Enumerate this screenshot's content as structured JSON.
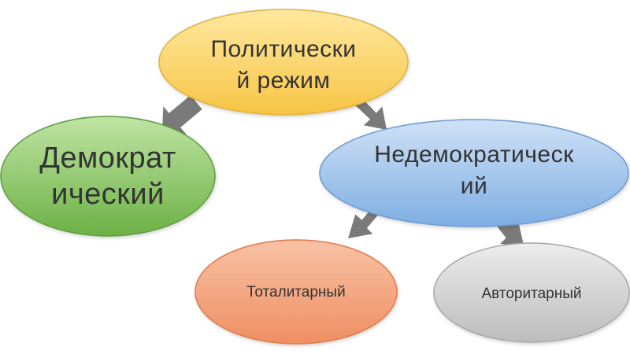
{
  "diagram": {
    "nodes": {
      "political_regime": {
        "lines": [
          "Политически",
          "й режим"
        ],
        "fill_top": "#ffe8a0",
        "fill_bottom": "#f7c545",
        "stroke": "#e0b240"
      },
      "democratic": {
        "lines": [
          "Демократ",
          "ический"
        ],
        "fill_top": "#bfe4a3",
        "fill_bottom": "#6cb145",
        "stroke": "#5e9d3e"
      },
      "nondemocratic": {
        "lines": [
          "Недемократическ",
          "ий"
        ],
        "fill_top": "#cfe1f6",
        "fill_bottom": "#7eaee2",
        "stroke": "#6c9bd0"
      },
      "totalitarian": {
        "lines": [
          "Тоталитарный"
        ],
        "fill_top": "#f8c2a5",
        "fill_bottom": "#ef8f62",
        "stroke": "#e07a4e"
      },
      "authoritarian": {
        "lines": [
          "Авторитарный"
        ],
        "fill_top": "#ececec",
        "fill_bottom": "#bdbdbd",
        "stroke": "#a8a8a8"
      }
    },
    "arrow_color": "#7a7a7a",
    "edges": [
      {
        "from": "political_regime",
        "to": "democratic"
      },
      {
        "from": "political_regime",
        "to": "nondemocratic"
      },
      {
        "from": "nondemocratic",
        "to": "totalitarian"
      },
      {
        "from": "nondemocratic",
        "to": "authoritarian"
      }
    ]
  }
}
